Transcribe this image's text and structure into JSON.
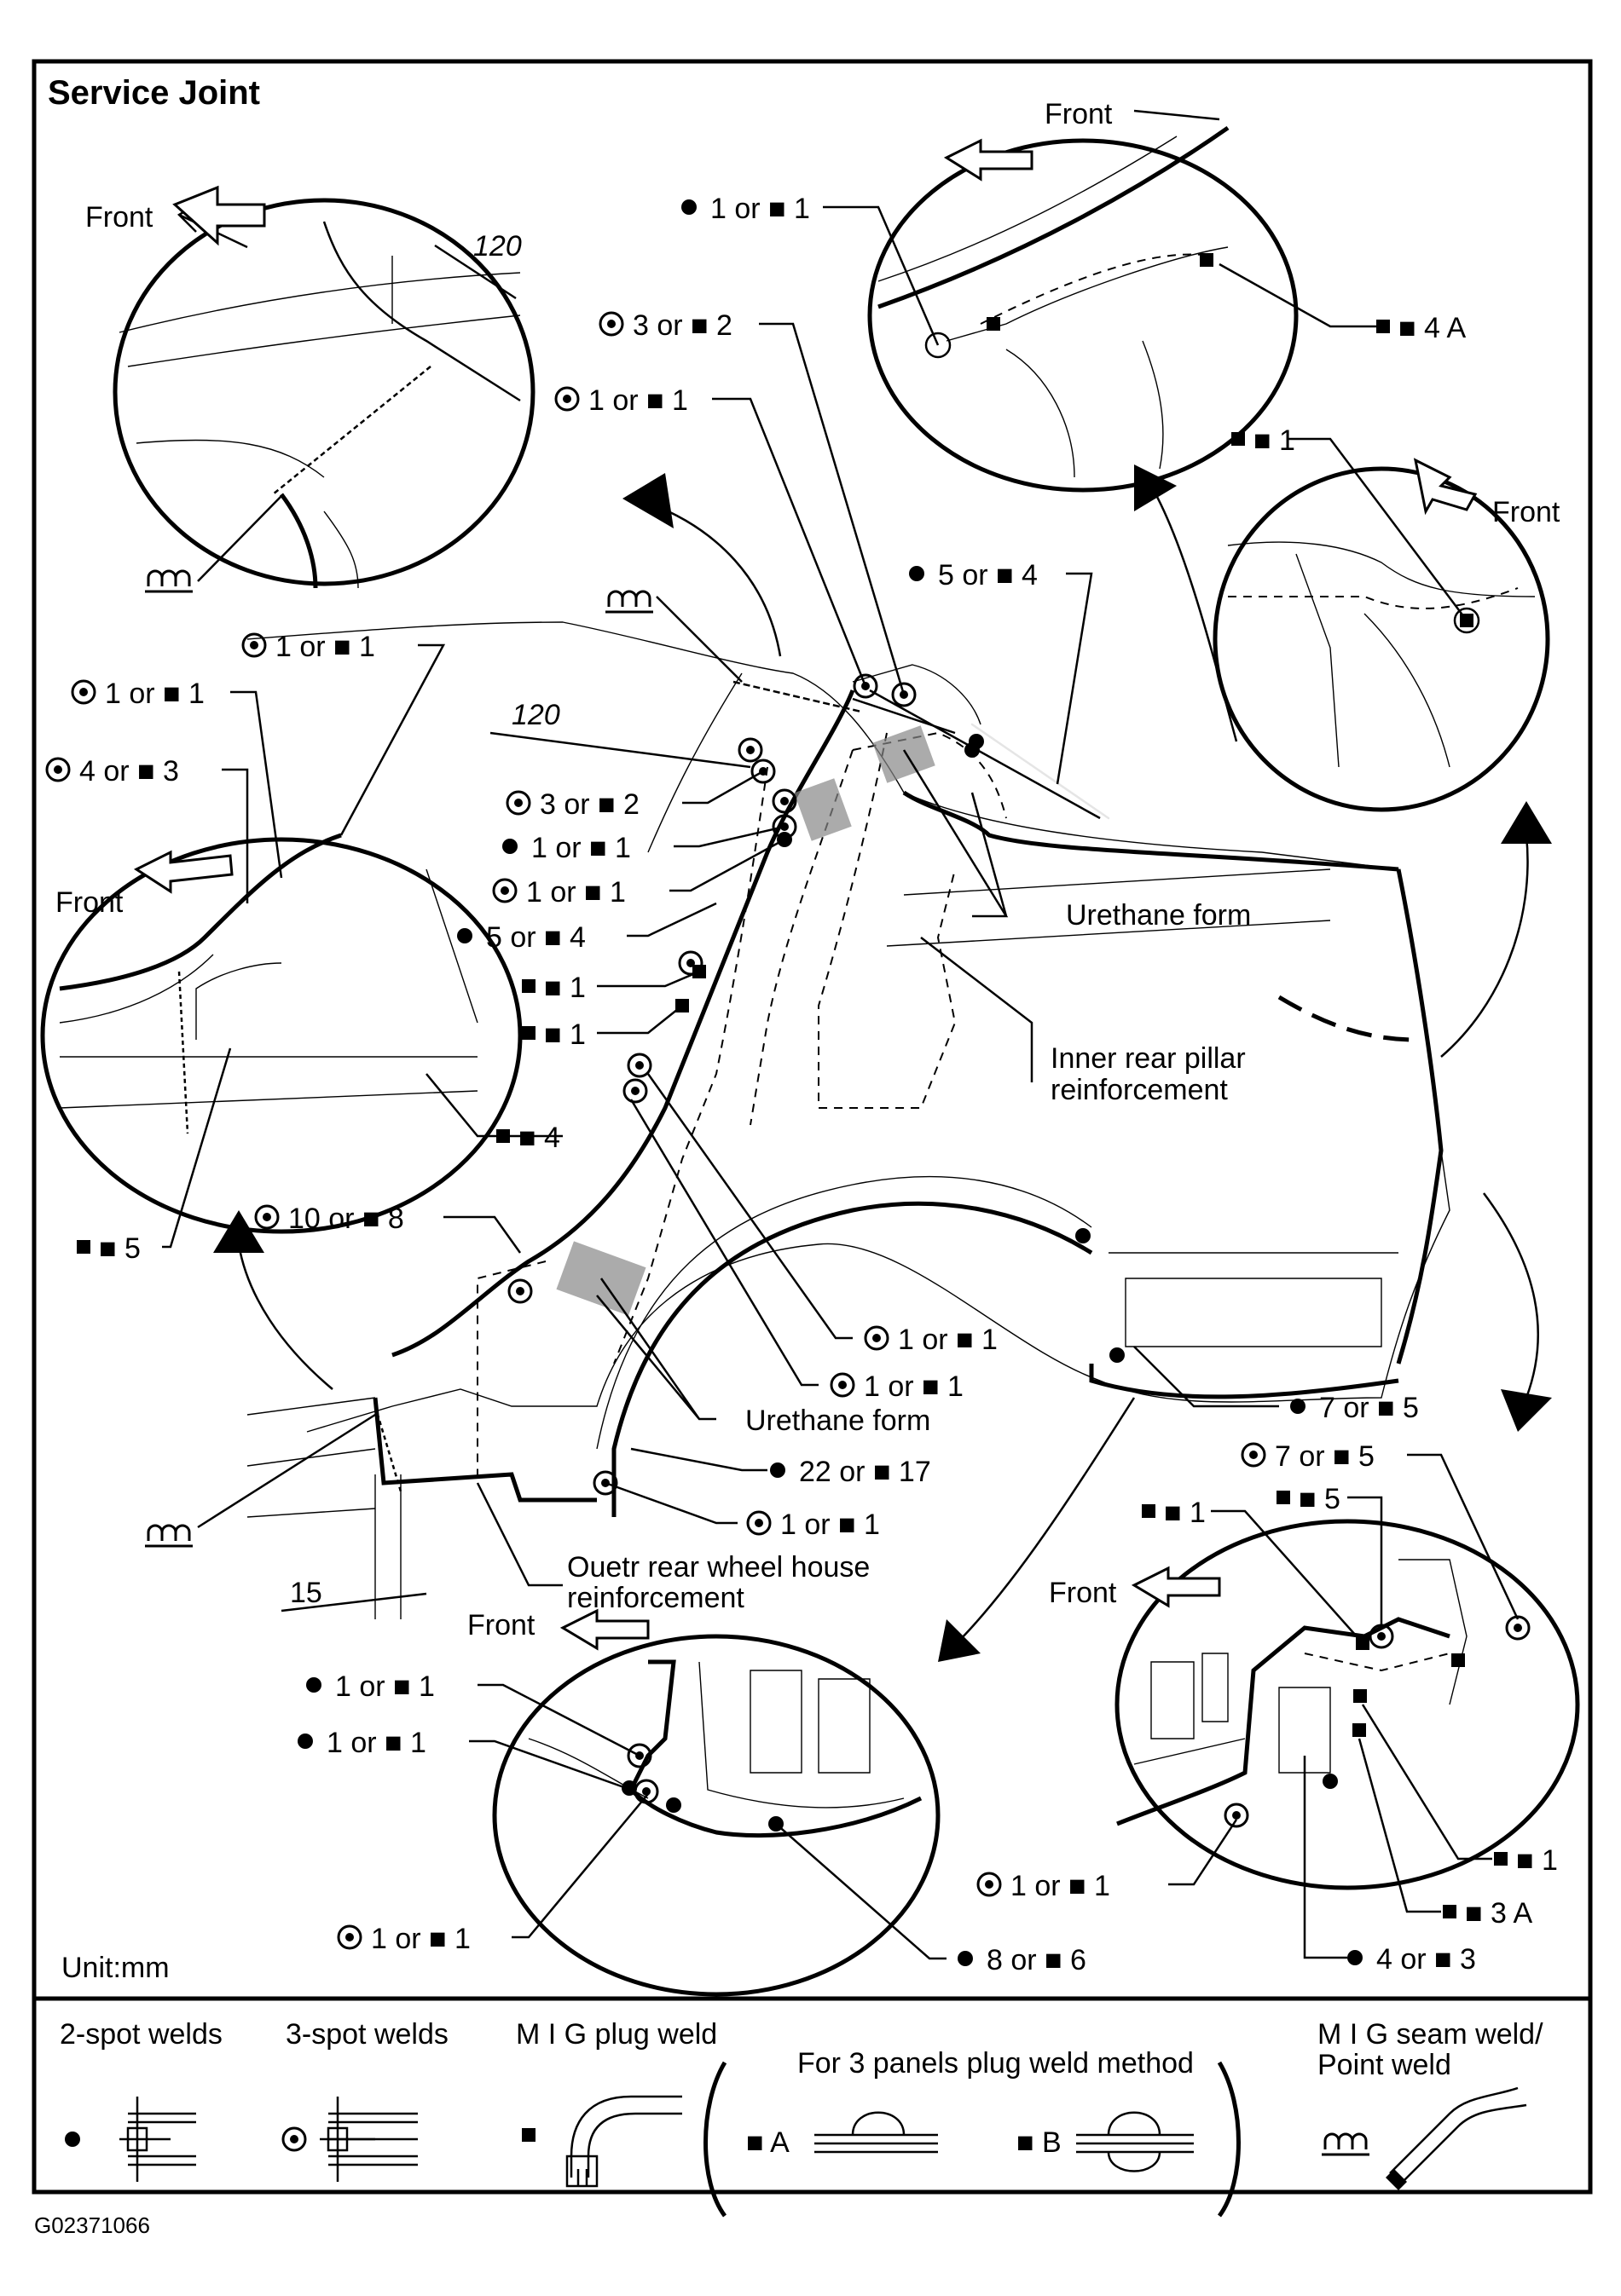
{
  "header": {
    "title": "Service Joint"
  },
  "labels": {
    "front": "Front",
    "dim_120": "120",
    "dim_15": "15",
    "unit": "Unit:mm",
    "figure_id": "G02371066",
    "urethane_form": "Urethane form",
    "inner_pillar_1": "Inner rear pillar",
    "inner_pillar_2": "reinforcement",
    "outer_wheel_1": "Ouetr rear wheel house",
    "outer_wheel_2": "reinforcement"
  },
  "callouts": [
    {
      "id": "tr-1",
      "text": "1 or ■ 1",
      "marker": "dot"
    },
    {
      "id": "tr-4a",
      "text": "■ 4 A",
      "marker": "none"
    },
    {
      "id": "tc-3",
      "text": "3 or ■ 2",
      "marker": "ring"
    },
    {
      "id": "tc-1",
      "text": "1 or ■ 1",
      "marker": "ring"
    },
    {
      "id": "rr-1",
      "text": "■ 1",
      "marker": "none"
    },
    {
      "id": "c-5",
      "text": "5 or ■ 4",
      "marker": "dot"
    },
    {
      "id": "l-1a",
      "text": "1 or ■ 1",
      "marker": "ring"
    },
    {
      "id": "l-1b",
      "text": "1 or ■ 1",
      "marker": "ring"
    },
    {
      "id": "l-4",
      "text": "4 or ■ 3",
      "marker": "ring"
    },
    {
      "id": "m-3",
      "text": "3 or ■ 2",
      "marker": "ring"
    },
    {
      "id": "m-1a",
      "text": "1 or ■ 1",
      "marker": "dot"
    },
    {
      "id": "m-1b",
      "text": "1 or ■ 1",
      "marker": "ring"
    },
    {
      "id": "m-5",
      "text": "5 or ■ 4",
      "marker": "dot"
    },
    {
      "id": "m-s1a",
      "text": "■ 1",
      "marker": "none"
    },
    {
      "id": "m-s1b",
      "text": "■ 1",
      "marker": "none"
    },
    {
      "id": "l-s4",
      "text": "■ 4",
      "marker": "none"
    },
    {
      "id": "l-s5",
      "text": "■ 5",
      "marker": "none"
    },
    {
      "id": "m-10",
      "text": "10 or ■ 8",
      "marker": "ring"
    },
    {
      "id": "m-r1a",
      "text": "1 or ■ 1",
      "marker": "ring"
    },
    {
      "id": "m-r1b",
      "text": "1 or ■ 1",
      "marker": "ring"
    },
    {
      "id": "r-7a",
      "text": "7 or ■ 5",
      "marker": "dot"
    },
    {
      "id": "b-22",
      "text": "22 or ■ 17",
      "marker": "dot"
    },
    {
      "id": "b-1",
      "text": "1 or ■ 1",
      "marker": "ring"
    },
    {
      "id": "r-7b",
      "text": "7 or ■ 5",
      "marker": "ring"
    },
    {
      "id": "r-s5",
      "text": "■ 5",
      "marker": "none"
    },
    {
      "id": "r-s1a",
      "text": "■ 1",
      "marker": "none"
    },
    {
      "id": "bl-1a",
      "text": "1 or ■ 1",
      "marker": "dot"
    },
    {
      "id": "bl-1b",
      "text": "1 or ■ 1",
      "marker": "dot"
    },
    {
      "id": "bl-1c",
      "text": "1 or ■ 1",
      "marker": "ring"
    },
    {
      "id": "bl-8",
      "text": "8 or ■ 6",
      "marker": "dot"
    },
    {
      "id": "br-1",
      "text": "1 or ■ 1",
      "marker": "ring"
    },
    {
      "id": "br-s1",
      "text": "■ 1",
      "marker": "none"
    },
    {
      "id": "br-3a",
      "text": "■ 3 A",
      "marker": "none"
    },
    {
      "id": "br-4",
      "text": "4 or ■ 3",
      "marker": "dot"
    }
  ],
  "legend": {
    "two_spot": "2-spot welds",
    "three_spot": "3-spot welds",
    "mig_plug": "M I G plug weld",
    "three_panels": "For 3 panels plug weld method",
    "method_a": "■ A",
    "method_b": "■ B",
    "mig_seam_1": "M I G seam weld/",
    "mig_seam_2": "Point weld"
  },
  "icons": [
    "spot-weld-dot-icon",
    "spot-weld-ring-icon",
    "plug-weld-square-icon",
    "seam-weld-symbol-icon",
    "front-arrow-icon",
    "curved-arrow-icon",
    "welding-torch-icon"
  ]
}
